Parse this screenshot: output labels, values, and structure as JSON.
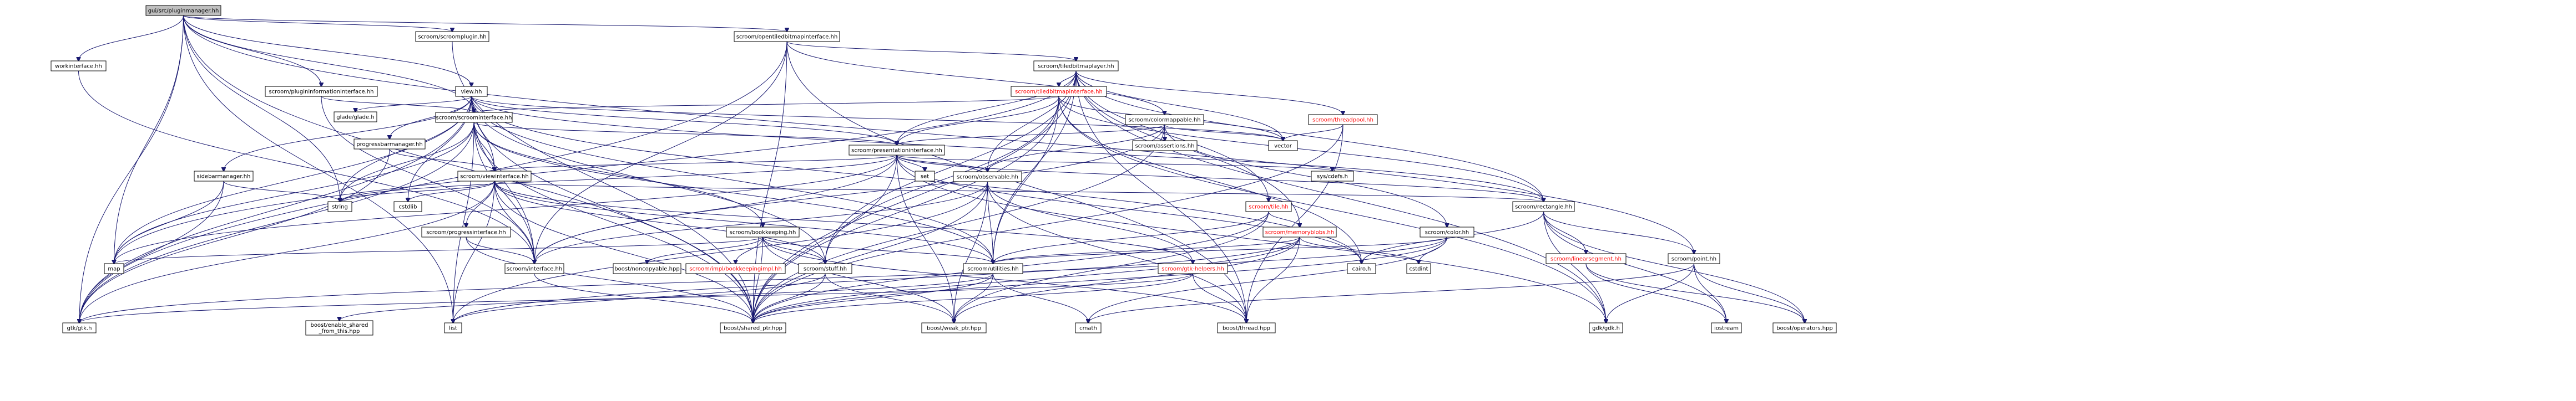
{
  "colors": {
    "edge": "#191970",
    "root_fill": "#bfbfbf",
    "node_fill": "#ffffff",
    "red_text": "#ff0000"
  },
  "nodes": [
    {
      "id": "root",
      "label": "gui/src/pluginmanager.hh",
      "root": true
    },
    {
      "id": "scroomplugin",
      "label": "scroom/scroomplugin.hh"
    },
    {
      "id": "opentiled",
      "label": "scroom/opentiledbitmapinterface.hh"
    },
    {
      "id": "workinterface",
      "label": "workinterface.hh"
    },
    {
      "id": "tiledbitmaplayer",
      "label": "scroom/tiledbitmaplayer.hh"
    },
    {
      "id": "pluginfo",
      "label": "scroom/plugininformationinterface.hh"
    },
    {
      "id": "tiledbmpintf",
      "label": "scroom/tiledbitmapinterface.hh",
      "red": true
    },
    {
      "id": "view",
      "label": "view.hh"
    },
    {
      "id": "scroominterface",
      "label": "scroom/scroominterface.hh"
    },
    {
      "id": "colormappable",
      "label": "scroom/colormappable.hh"
    },
    {
      "id": "threadpool",
      "label": "scroom/threadpool.hh",
      "red": true
    },
    {
      "id": "gladeglade",
      "label": "glade/glade.h"
    },
    {
      "id": "progressbarmanager",
      "label": "progressbarmanager.hh"
    },
    {
      "id": "assertions",
      "label": "scroom/assertions.hh"
    },
    {
      "id": "vector",
      "label": "vector"
    },
    {
      "id": "presentationinterface",
      "label": "scroom/presentationinterface.hh"
    },
    {
      "id": "sidebarmanager",
      "label": "sidebarmanager.hh"
    },
    {
      "id": "viewinterface",
      "label": "scroom/viewinterface.hh"
    },
    {
      "id": "set",
      "label": "set"
    },
    {
      "id": "observable",
      "label": "scroom/observable.hh"
    },
    {
      "id": "syscdefs",
      "label": "sys/cdefs.h"
    },
    {
      "id": "tile",
      "label": "scroom/tile.hh",
      "red": true
    },
    {
      "id": "rectangle",
      "label": "scroom/rectangle.hh"
    },
    {
      "id": "string",
      "label": "string"
    },
    {
      "id": "cstdlib",
      "label": "cstdlib"
    },
    {
      "id": "progressinterface",
      "label": "scroom/progressinterface.hh"
    },
    {
      "id": "bookkeeping",
      "label": "scroom/bookkeeping.hh"
    },
    {
      "id": "memoryblobs",
      "label": "scroom/memoryblobs.hh",
      "red": true
    },
    {
      "id": "color",
      "label": "scroom/color.hh"
    },
    {
      "id": "linearsegment",
      "label": "scroom/linearsegment.hh",
      "red": true
    },
    {
      "id": "point",
      "label": "scroom/point.hh"
    },
    {
      "id": "map",
      "label": "map"
    },
    {
      "id": "interface",
      "label": "scroom/interface.hh"
    },
    {
      "id": "noncopyable",
      "label": "boost/noncopyable.hpp"
    },
    {
      "id": "bookkeepingimpl",
      "label": "scroom/impl/bookkeepingimpl.hh",
      "red": true
    },
    {
      "id": "stuff",
      "label": "scroom/stuff.hh"
    },
    {
      "id": "utilities",
      "label": "scroom/utilities.hh"
    },
    {
      "id": "gtkhelpers",
      "label": "scroom/gtk-helpers.hh",
      "red": true
    },
    {
      "id": "cairo",
      "label": "cairo.h"
    },
    {
      "id": "cstdint",
      "label": "cstdint"
    },
    {
      "id": "gtkgtk",
      "label": "gtk/gtk.h"
    },
    {
      "id": "enableshared",
      "label": "boost/enable_shared\n_from_this.hpp"
    },
    {
      "id": "list",
      "label": "list"
    },
    {
      "id": "sharedptr",
      "label": "boost/shared_ptr.hpp"
    },
    {
      "id": "weakptr",
      "label": "boost/weak_ptr.hpp"
    },
    {
      "id": "cmath",
      "label": "cmath"
    },
    {
      "id": "thread",
      "label": "boost/thread.hpp"
    },
    {
      "id": "gdkgdk",
      "label": "gdk/gdk.h"
    },
    {
      "id": "iostream",
      "label": "iostream"
    },
    {
      "id": "operators",
      "label": "boost/operators.hpp"
    }
  ],
  "edges": [
    [
      "root",
      "scroomplugin"
    ],
    [
      "root",
      "opentiled"
    ],
    [
      "root",
      "workinterface"
    ],
    [
      "root",
      "pluginfo"
    ],
    [
      "root",
      "view"
    ],
    [
      "root",
      "scroominterface"
    ],
    [
      "root",
      "string"
    ],
    [
      "root",
      "map"
    ],
    [
      "root",
      "gtkgtk"
    ],
    [
      "root",
      "list"
    ],
    [
      "root",
      "sharedptr"
    ],
    [
      "root",
      "point"
    ],
    [
      "scroomplugin",
      "sharedptr"
    ],
    [
      "opentiled",
      "tiledbitmaplayer"
    ],
    [
      "opentiled",
      "colormappable"
    ],
    [
      "opentiled",
      "interface"
    ],
    [
      "opentiled",
      "sharedptr"
    ],
    [
      "opentiled",
      "gtkgtk"
    ],
    [
      "opentiled",
      "thread"
    ],
    [
      "workinterface",
      "interface"
    ],
    [
      "tiledbitmaplayer",
      "tiledbmpintf"
    ],
    [
      "tiledbitmaplayer",
      "threadpool"
    ],
    [
      "tiledbitmaplayer",
      "presentationinterface"
    ],
    [
      "tiledbitmaplayer",
      "observable"
    ],
    [
      "tiledbitmaplayer",
      "tile"
    ],
    [
      "tiledbitmaplayer",
      "rectangle"
    ],
    [
      "tiledbitmaplayer",
      "stuff"
    ],
    [
      "tiledbitmaplayer",
      "utilities"
    ],
    [
      "tiledbitmaplayer",
      "vector"
    ],
    [
      "tiledbitmaplayer",
      "map"
    ],
    [
      "tiledbitmaplayer",
      "sharedptr"
    ],
    [
      "tiledbitmaplayer",
      "thread"
    ],
    [
      "tiledbitmaplayer",
      "gdkgdk"
    ],
    [
      "tiledbitmaplayer",
      "memoryblobs"
    ],
    [
      "pluginfo",
      "scroominterface"
    ],
    [
      "pluginfo",
      "interface"
    ],
    [
      "tiledbmpintf",
      "scroominterface"
    ],
    [
      "tiledbmpintf",
      "presentationinterface"
    ],
    [
      "tiledbmpintf",
      "vector"
    ],
    [
      "tiledbmpintf",
      "rectangle"
    ],
    [
      "tiledbmpintf",
      "utilities"
    ],
    [
      "tiledbmpintf",
      "stuff"
    ],
    [
      "tiledbmpintf",
      "cairo"
    ],
    [
      "tiledbmpintf",
      "sharedptr"
    ],
    [
      "tiledbmpintf",
      "gdkgdk"
    ],
    [
      "view",
      "gladeglade"
    ],
    [
      "view",
      "scroominterface"
    ],
    [
      "view",
      "progressbarmanager"
    ],
    [
      "view",
      "sidebarmanager"
    ],
    [
      "view",
      "viewinterface"
    ],
    [
      "view",
      "presentationinterface"
    ],
    [
      "view",
      "vector"
    ],
    [
      "view",
      "string"
    ],
    [
      "view",
      "cstdlib"
    ],
    [
      "view",
      "map"
    ],
    [
      "view",
      "gtkgtk"
    ],
    [
      "view",
      "cairo"
    ],
    [
      "view",
      "sharedptr"
    ],
    [
      "view",
      "rectangle"
    ],
    [
      "view",
      "utilities"
    ],
    [
      "view",
      "interface"
    ],
    [
      "view",
      "stuff"
    ],
    [
      "scroominterface",
      "presentationinterface"
    ],
    [
      "scroominterface",
      "viewinterface"
    ],
    [
      "scroominterface",
      "bookkeeping"
    ],
    [
      "scroominterface",
      "interface"
    ],
    [
      "scroominterface",
      "string"
    ],
    [
      "scroominterface",
      "map"
    ],
    [
      "scroominterface",
      "gtkgtk"
    ],
    [
      "scroominterface",
      "list"
    ],
    [
      "scroominterface",
      "sharedptr"
    ],
    [
      "scroominterface",
      "utilities"
    ],
    [
      "colormappable",
      "assertions"
    ],
    [
      "colormappable",
      "vector"
    ],
    [
      "colormappable",
      "observable"
    ],
    [
      "colormappable",
      "color"
    ],
    [
      "colormappable",
      "presentationinterface"
    ],
    [
      "colormappable",
      "interface"
    ],
    [
      "colormappable",
      "sharedptr"
    ],
    [
      "threadpool",
      "vector"
    ],
    [
      "threadpool",
      "thread"
    ],
    [
      "threadpool",
      "sharedptr"
    ],
    [
      "progressbarmanager",
      "viewinterface"
    ],
    [
      "progressbarmanager",
      "gtkgtk"
    ],
    [
      "presentationinterface",
      "set"
    ],
    [
      "presentationinterface",
      "observable"
    ],
    [
      "presentationinterface",
      "viewinterface"
    ],
    [
      "presentationinterface",
      "syscdefs"
    ],
    [
      "presentationinterface",
      "rectangle"
    ],
    [
      "presentationinterface",
      "string"
    ],
    [
      "presentationinterface",
      "map"
    ],
    [
      "presentationinterface",
      "sharedptr"
    ],
    [
      "presentationinterface",
      "weakptr"
    ],
    [
      "presentationinterface",
      "cairo"
    ],
    [
      "presentationinterface",
      "interface"
    ],
    [
      "presentationinterface",
      "gdkgdk"
    ],
    [
      "sidebarmanager",
      "string"
    ],
    [
      "sidebarmanager",
      "map"
    ],
    [
      "sidebarmanager",
      "gtkgtk"
    ],
    [
      "viewinterface",
      "string"
    ],
    [
      "viewinterface",
      "cstdlib"
    ],
    [
      "viewinterface",
      "progressinterface"
    ],
    [
      "viewinterface",
      "rectangle"
    ],
    [
      "viewinterface",
      "interface"
    ],
    [
      "viewinterface",
      "sharedptr"
    ],
    [
      "viewinterface",
      "gtkgtk"
    ],
    [
      "viewinterface",
      "gtkhelpers"
    ],
    [
      "viewinterface",
      "stuff"
    ],
    [
      "viewinterface",
      "list"
    ],
    [
      "viewinterface",
      "utilities"
    ],
    [
      "observable",
      "list"
    ],
    [
      "observable",
      "sharedptr"
    ],
    [
      "observable",
      "weakptr"
    ],
    [
      "observable",
      "utilities"
    ],
    [
      "observable",
      "interface"
    ],
    [
      "observable",
      "gtkhelpers"
    ],
    [
      "observable",
      "thread"
    ],
    [
      "tile",
      "memoryblobs"
    ],
    [
      "tile",
      "sharedptr"
    ],
    [
      "tile",
      "utilities"
    ],
    [
      "tile",
      "weakptr"
    ],
    [
      "rectangle",
      "linearsegment"
    ],
    [
      "rectangle",
      "point"
    ],
    [
      "rectangle",
      "cairo"
    ],
    [
      "rectangle",
      "operators"
    ],
    [
      "rectangle",
      "iostream"
    ],
    [
      "rectangle",
      "gdkgdk"
    ],
    [
      "progressinterface",
      "interface"
    ],
    [
      "progressinterface",
      "sharedptr"
    ],
    [
      "bookkeeping",
      "noncopyable"
    ],
    [
      "bookkeeping",
      "bookkeepingimpl"
    ],
    [
      "bookkeeping",
      "map"
    ],
    [
      "bookkeeping",
      "stuff"
    ],
    [
      "bookkeeping",
      "sharedptr"
    ],
    [
      "bookkeeping",
      "weakptr"
    ],
    [
      "bookkeeping",
      "thread"
    ],
    [
      "bookkeeping",
      "utilities"
    ],
    [
      "memoryblobs",
      "cstdint"
    ],
    [
      "memoryblobs",
      "list"
    ],
    [
      "memoryblobs",
      "sharedptr"
    ],
    [
      "memoryblobs",
      "utilities"
    ],
    [
      "memoryblobs",
      "thread"
    ],
    [
      "memoryblobs",
      "weakptr"
    ],
    [
      "color",
      "cstdint"
    ],
    [
      "color",
      "cmath"
    ],
    [
      "color",
      "sharedptr"
    ],
    [
      "color",
      "utilities"
    ],
    [
      "color",
      "gtkgtk"
    ],
    [
      "linearsegment",
      "iostream"
    ],
    [
      "linearsegment",
      "operators"
    ],
    [
      "point",
      "gdkgdk"
    ],
    [
      "point",
      "iostream"
    ],
    [
      "point",
      "operators"
    ],
    [
      "point",
      "cmath"
    ],
    [
      "interface",
      "sharedptr"
    ],
    [
      "stuff",
      "list"
    ],
    [
      "stuff",
      "sharedptr"
    ],
    [
      "stuff",
      "weakptr"
    ],
    [
      "utilities",
      "enableshared"
    ],
    [
      "utilities",
      "sharedptr"
    ],
    [
      "utilities",
      "weakptr"
    ],
    [
      "utilities",
      "cmath"
    ],
    [
      "gtkhelpers",
      "gtkgtk"
    ],
    [
      "gtkhelpers",
      "sharedptr"
    ],
    [
      "gtkhelpers",
      "thread"
    ]
  ]
}
